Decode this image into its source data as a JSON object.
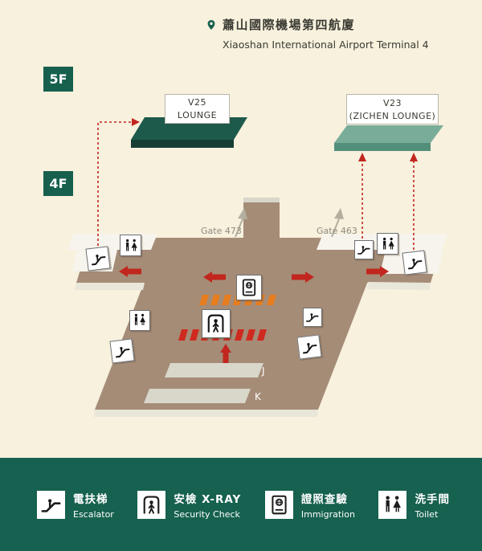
{
  "header": {
    "title_zh": "蕭山國際機場第四航廈",
    "title_en": "Xiaoshan International Airport Terminal 4"
  },
  "floors": {
    "f5": "5F",
    "f4": "4F"
  },
  "lounges": {
    "v25_line1": "V25",
    "v25_line2": "LOUNGE",
    "v23_line1": "V23",
    "v23_line2": "(ZICHEN LOUNGE)"
  },
  "gates": {
    "g473": "Gate 473",
    "g463": "Gate 463"
  },
  "zones": {
    "j": "J",
    "k": "K"
  },
  "legend": [
    {
      "icon": "escalator-icon",
      "zh": "電扶梯",
      "en": "Escalator"
    },
    {
      "icon": "security-check-icon",
      "zh": "安檢 X-RAY",
      "en": "Security Check"
    },
    {
      "icon": "immigration-icon",
      "zh": "證照查驗",
      "en": "Immigration"
    },
    {
      "icon": "toilet-icon",
      "zh": "洗手間",
      "en": "Toilet"
    }
  ],
  "colors": {
    "background": "#f7f1de",
    "brand_green": "#16614f",
    "lounge_green_dark": "#1e5a4b",
    "lounge_green_light": "#79ad99",
    "floor_brown": "#a58c77",
    "route_red": "#c1271e",
    "queue_orange": "#e87d1e"
  }
}
